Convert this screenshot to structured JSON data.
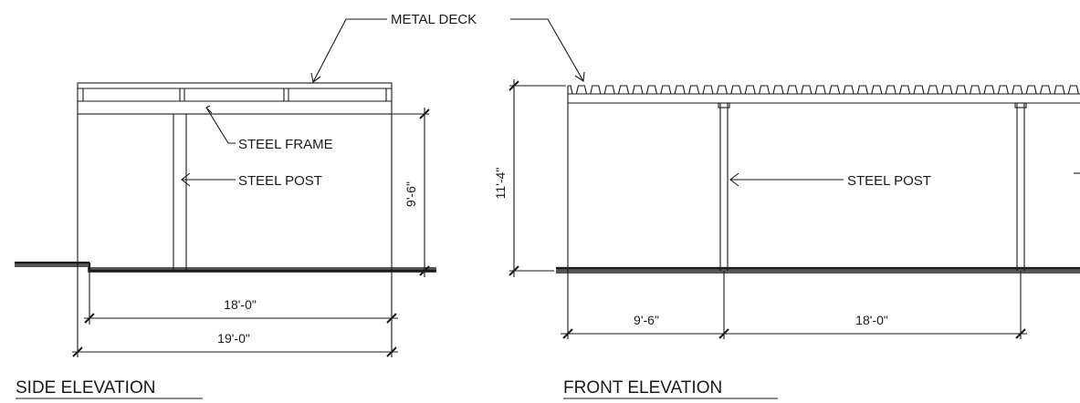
{
  "labels": {
    "metal_deck": "METAL DECK",
    "steel_frame": "STEEL FRAME",
    "steel_post_side": "STEEL POST",
    "steel_post_front": "STEEL POST"
  },
  "dimensions": {
    "side_height": "9'-6\"",
    "side_span_inner": "18'-0\"",
    "side_span_outer": "19'-0\"",
    "front_height": "11'-4\"",
    "front_span_left": "9'-6\"",
    "front_span_right": "18'-0\""
  },
  "titles": {
    "side": "SIDE ELEVATION",
    "front": "FRONT ELEVATION"
  }
}
